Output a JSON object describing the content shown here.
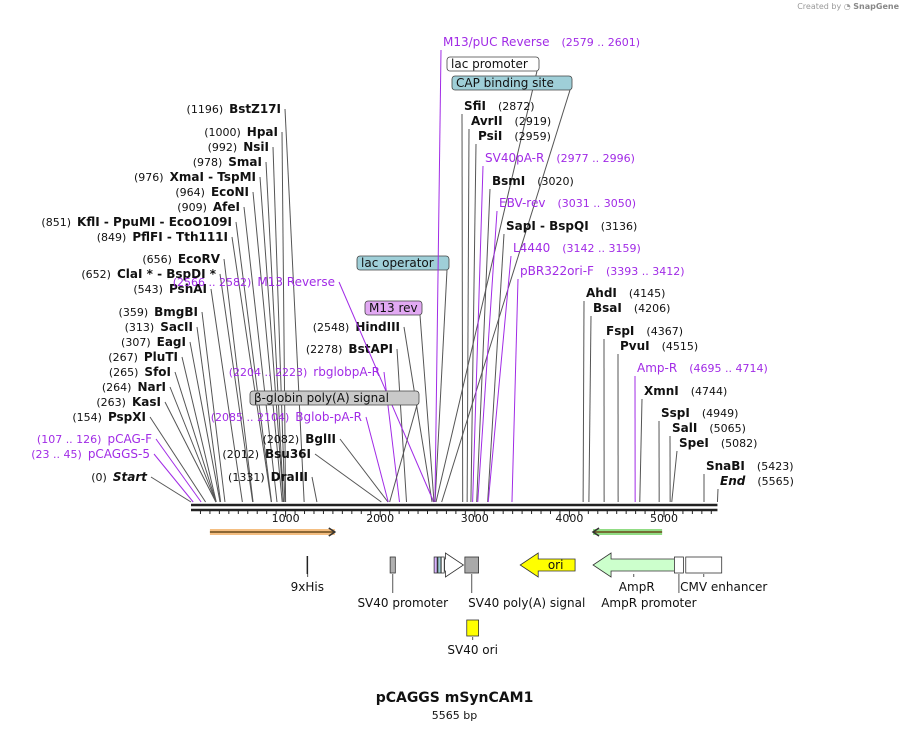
{
  "credit": {
    "prefix": "Created by",
    "brand": "SnapGene"
  },
  "map": {
    "title": "pCAGGS mSynCAM1",
    "length_label": "5565 bp",
    "length_bp": 5565,
    "ticks": [
      {
        "bp": 1000,
        "label": "1000"
      },
      {
        "bp": 2000,
        "label": "2000"
      },
      {
        "bp": 3000,
        "label": "3000"
      },
      {
        "bp": 4000,
        "label": "4000"
      },
      {
        "bp": 5000,
        "label": "5000"
      }
    ],
    "left_sites": [
      {
        "bp": 0,
        "parts": [
          {
            "t": "(0)",
            "k": "pos"
          },
          {
            "t": "Start",
            "k": "italic"
          }
        ]
      },
      {
        "bp": 23,
        "primer": true,
        "parts": [
          {
            "t": "(23 .. 45)",
            "k": "ppos"
          },
          {
            "t": "pCAGGS-5",
            "k": "pname"
          }
        ]
      },
      {
        "bp": 107,
        "primer": true,
        "parts": [
          {
            "t": "(107 .. 126)",
            "k": "ppos"
          },
          {
            "t": "pCAG-F",
            "k": "pname"
          }
        ]
      },
      {
        "bp": 154,
        "parts": [
          {
            "t": "(154)",
            "k": "pos"
          },
          {
            "t": "PspXI",
            "k": "name"
          }
        ]
      },
      {
        "bp": 263,
        "parts": [
          {
            "t": "(263)",
            "k": "pos"
          },
          {
            "t": "KasI",
            "k": "name"
          }
        ]
      },
      {
        "bp": 264,
        "parts": [
          {
            "t": "(264)",
            "k": "pos"
          },
          {
            "t": "NarI",
            "k": "name"
          }
        ]
      },
      {
        "bp": 265,
        "parts": [
          {
            "t": "(265)",
            "k": "pos"
          },
          {
            "t": "SfoI",
            "k": "name"
          }
        ]
      },
      {
        "bp": 267,
        "parts": [
          {
            "t": "(267)",
            "k": "pos"
          },
          {
            "t": "PluTI",
            "k": "name"
          }
        ]
      },
      {
        "bp": 307,
        "parts": [
          {
            "t": "(307)",
            "k": "pos"
          },
          {
            "t": "EagI",
            "k": "name"
          }
        ]
      },
      {
        "bp": 313,
        "parts": [
          {
            "t": "(313)",
            "k": "pos"
          },
          {
            "t": "SacII",
            "k": "name"
          }
        ]
      },
      {
        "bp": 359,
        "parts": [
          {
            "t": "(359)",
            "k": "pos"
          },
          {
            "t": "BmgBI",
            "k": "name"
          }
        ]
      },
      {
        "bp": 543,
        "parts": [
          {
            "t": "(543)",
            "k": "pos"
          },
          {
            "t": "PshAI",
            "k": "name"
          }
        ]
      },
      {
        "bp": 652,
        "parts": [
          {
            "t": "(652)",
            "k": "pos"
          },
          {
            "t": "ClaI *",
            "k": "name"
          },
          {
            "t": " - ",
            "k": "sep"
          },
          {
            "t": "BspDI *",
            "k": "name"
          }
        ]
      },
      {
        "bp": 656,
        "parts": [
          {
            "t": "(656)",
            "k": "pos"
          },
          {
            "t": "EcoRV",
            "k": "name"
          }
        ]
      },
      {
        "bp": 849,
        "parts": [
          {
            "t": "(849)",
            "k": "pos"
          },
          {
            "t": "PflFI",
            "k": "name"
          },
          {
            "t": " - ",
            "k": "sep"
          },
          {
            "t": "Tth111I",
            "k": "name"
          }
        ]
      },
      {
        "bp": 851,
        "parts": [
          {
            "t": "(851)",
            "k": "pos"
          },
          {
            "t": "KflI",
            "k": "name"
          },
          {
            "t": " - ",
            "k": "sep"
          },
          {
            "t": "PpuMI",
            "k": "name"
          },
          {
            "t": " - ",
            "k": "sep"
          },
          {
            "t": "EcoO109I",
            "k": "name"
          }
        ]
      },
      {
        "bp": 909,
        "parts": [
          {
            "t": "(909)",
            "k": "pos"
          },
          {
            "t": "AfeI",
            "k": "name"
          }
        ]
      },
      {
        "bp": 964,
        "parts": [
          {
            "t": "(964)",
            "k": "pos"
          },
          {
            "t": "EcoNI",
            "k": "name"
          }
        ]
      },
      {
        "bp": 976,
        "parts": [
          {
            "t": "(976)",
            "k": "pos"
          },
          {
            "t": "XmaI",
            "k": "name"
          },
          {
            "t": " - ",
            "k": "sep"
          },
          {
            "t": "TspMI",
            "k": "name"
          }
        ]
      },
      {
        "bp": 978,
        "parts": [
          {
            "t": "(978)",
            "k": "pos"
          },
          {
            "t": "SmaI",
            "k": "name"
          }
        ]
      },
      {
        "bp": 992,
        "parts": [
          {
            "t": "(992)",
            "k": "pos"
          },
          {
            "t": "NsiI",
            "k": "name"
          }
        ]
      },
      {
        "bp": 1000,
        "parts": [
          {
            "t": "(1000)",
            "k": "pos"
          },
          {
            "t": "HpaI",
            "k": "name"
          }
        ]
      },
      {
        "bp": 1196,
        "parts": [
          {
            "t": "(1196)",
            "k": "pos"
          },
          {
            "t": "BstZ17I",
            "k": "name"
          }
        ]
      },
      {
        "bp": 1331,
        "parts": [
          {
            "t": "(1331)",
            "k": "pos"
          },
          {
            "t": "DraIII",
            "k": "name"
          }
        ]
      },
      {
        "bp": 2012,
        "parts": [
          {
            "t": "(2012)",
            "k": "pos"
          },
          {
            "t": "Bsu36I",
            "k": "name"
          }
        ]
      },
      {
        "bp": 2082,
        "parts": [
          {
            "t": "(2082)",
            "k": "pos"
          },
          {
            "t": "BglII",
            "k": "name"
          }
        ]
      },
      {
        "bp": 2085,
        "primer": true,
        "parts": [
          {
            "t": "(2085 .. 2104)",
            "k": "ppos"
          },
          {
            "t": "Bglob-pA-R",
            "k": "pname"
          }
        ]
      },
      {
        "bp": 2204,
        "primer": true,
        "parts": [
          {
            "t": "(2204 .. 2223)",
            "k": "ppos"
          },
          {
            "t": "rbglobpA-R",
            "k": "pname"
          }
        ]
      },
      {
        "bp": 2278,
        "parts": [
          {
            "t": "(2278)",
            "k": "pos"
          },
          {
            "t": "BstAPI",
            "k": "name"
          }
        ]
      },
      {
        "bp": 2548,
        "parts": [
          {
            "t": "(2548)",
            "k": "pos"
          },
          {
            "t": "HindIII",
            "k": "name"
          }
        ]
      },
      {
        "bp": 2566,
        "primer": true,
        "parts": [
          {
            "t": "(2566 .. 2582)",
            "k": "ppos"
          },
          {
            "t": "M13 Reverse",
            "k": "pname"
          }
        ]
      }
    ],
    "boxed_features": [
      {
        "bp": 2100,
        "label": "β-globin poly(A) signal",
        "fill": "#c9c9c9"
      },
      {
        "bp": 2569,
        "label": "M13 rev",
        "fill": "#e2a9f3"
      },
      {
        "bp": 2580,
        "label": "lac operator",
        "fill": "#9fcfd8"
      },
      {
        "bp": 2590,
        "label": "lac promoter",
        "fill": "#ffffff"
      },
      {
        "bp": 2650,
        "label": "CAP binding site",
        "fill": "#9fcfd8"
      }
    ],
    "right_sites": [
      {
        "bp": 2579,
        "primer": true,
        "parts": [
          {
            "t": "M13/pUC Reverse",
            "k": "pname"
          },
          {
            "t": "(2579 .. 2601)",
            "k": "ppos"
          }
        ]
      },
      {
        "bp": 2872,
        "parts": [
          {
            "t": "SfiI",
            "k": "name"
          },
          {
            "t": "(2872)",
            "k": "pos"
          }
        ]
      },
      {
        "bp": 2919,
        "parts": [
          {
            "t": "AvrII",
            "k": "name"
          },
          {
            "t": "(2919)",
            "k": "pos"
          }
        ]
      },
      {
        "bp": 2959,
        "parts": [
          {
            "t": "PsiI",
            "k": "name"
          },
          {
            "t": "(2959)",
            "k": "pos"
          }
        ]
      },
      {
        "bp": 2977,
        "primer": true,
        "parts": [
          {
            "t": "SV40pA-R",
            "k": "pname"
          },
          {
            "t": "(2977 .. 2996)",
            "k": "ppos"
          }
        ]
      },
      {
        "bp": 3020,
        "parts": [
          {
            "t": "BsmI",
            "k": "name"
          },
          {
            "t": "(3020)",
            "k": "pos"
          }
        ]
      },
      {
        "bp": 3031,
        "primer": true,
        "parts": [
          {
            "t": "EBV-rev",
            "k": "pname"
          },
          {
            "t": "(3031 .. 3050)",
            "k": "ppos"
          }
        ]
      },
      {
        "bp": 3136,
        "parts": [
          {
            "t": "SapI",
            "k": "name"
          },
          {
            "t": " - ",
            "k": "sep"
          },
          {
            "t": "BspQI",
            "k": "name"
          },
          {
            "t": "(3136)",
            "k": "pos"
          }
        ]
      },
      {
        "bp": 3142,
        "primer": true,
        "parts": [
          {
            "t": "L4440",
            "k": "pname"
          },
          {
            "t": "(3142 .. 3159)",
            "k": "ppos"
          }
        ]
      },
      {
        "bp": 3393,
        "primer": true,
        "parts": [
          {
            "t": "pBR322ori-F",
            "k": "pname"
          },
          {
            "t": "(3393 .. 3412)",
            "k": "ppos"
          }
        ]
      },
      {
        "bp": 4145,
        "parts": [
          {
            "t": "AhdI",
            "k": "name"
          },
          {
            "t": "(4145)",
            "k": "pos"
          }
        ]
      },
      {
        "bp": 4206,
        "parts": [
          {
            "t": "BsaI",
            "k": "name"
          },
          {
            "t": "(4206)",
            "k": "pos"
          }
        ]
      },
      {
        "bp": 4367,
        "parts": [
          {
            "t": "FspI",
            "k": "name"
          },
          {
            "t": "(4367)",
            "k": "pos"
          }
        ]
      },
      {
        "bp": 4515,
        "parts": [
          {
            "t": "PvuI",
            "k": "name"
          },
          {
            "t": "(4515)",
            "k": "pos"
          }
        ]
      },
      {
        "bp": 4695,
        "primer": true,
        "parts": [
          {
            "t": "Amp-R",
            "k": "pname"
          },
          {
            "t": "(4695 .. 4714)",
            "k": "ppos"
          }
        ]
      },
      {
        "bp": 4744,
        "parts": [
          {
            "t": "XmnI",
            "k": "name"
          },
          {
            "t": "(4744)",
            "k": "pos"
          }
        ]
      },
      {
        "bp": 4949,
        "parts": [
          {
            "t": "SspI",
            "k": "name"
          },
          {
            "t": "(4949)",
            "k": "pos"
          }
        ]
      },
      {
        "bp": 5065,
        "parts": [
          {
            "t": "SalI",
            "k": "name"
          },
          {
            "t": "(5065)",
            "k": "pos"
          }
        ]
      },
      {
        "bp": 5082,
        "parts": [
          {
            "t": "SpeI",
            "k": "name"
          },
          {
            "t": "(5082)",
            "k": "pos"
          }
        ]
      },
      {
        "bp": 5423,
        "parts": [
          {
            "t": "SnaBI",
            "k": "name"
          },
          {
            "t": "(5423)",
            "k": "pos"
          }
        ]
      },
      {
        "bp": 5565,
        "parts": [
          {
            "t": "End",
            "k": "italic"
          },
          {
            "t": "(5565)",
            "k": "pos"
          }
        ]
      }
    ],
    "features": [
      {
        "shape": "arrow",
        "strand": 1,
        "bp_start": 200,
        "bp_end": 1520,
        "fill": "#f2b36b",
        "row": "line"
      },
      {
        "shape": "arrow",
        "strand": -1,
        "bp_start": 4250,
        "bp_end": 4980,
        "fill": "#7ed66f",
        "row": "line"
      },
      {
        "shape": "tick",
        "bp_start": 1230,
        "bp_end": 1236,
        "fill": "#ffffff",
        "row": 1,
        "label": "9xHis"
      },
      {
        "shape": "box",
        "bp_start": 2105,
        "bp_end": 2160,
        "fill": "#b0b0b0",
        "row": 1,
        "label": "SV40 promoter"
      },
      {
        "shape": "box",
        "bp_start": 2570,
        "bp_end": 2600,
        "fill": "#d9b3ff",
        "row": 1
      },
      {
        "shape": "box",
        "bp_start": 2610,
        "bp_end": 2640,
        "fill": "#9fcfd8",
        "row": 1
      },
      {
        "shape": "box",
        "bp_start": 2645,
        "bp_end": 2665,
        "fill": "#ffffff",
        "row": 1
      },
      {
        "shape": "arrow",
        "strand": 1,
        "bp_start": 2680,
        "bp_end": 2880,
        "fill": "#ffffff",
        "row": 1
      },
      {
        "shape": "box",
        "bp_start": 2895,
        "bp_end": 3040,
        "fill": "#a9a9a9",
        "row": 1,
        "label": "SV40 poly(A) signal"
      },
      {
        "shape": "arrow",
        "strand": -1,
        "bp_start": 3480,
        "bp_end": 4060,
        "fill": "#ffff00",
        "row": 1,
        "label": "ori",
        "inner": true
      },
      {
        "shape": "arrow",
        "strand": -1,
        "bp_start": 4250,
        "bp_end": 5110,
        "fill": "#ccffcc",
        "row": 1,
        "label": "AmpR"
      },
      {
        "shape": "box",
        "bp_start": 5110,
        "bp_end": 5205,
        "fill": "#ffffff",
        "row": 1,
        "label": "AmpR promoter"
      },
      {
        "shape": "box",
        "bp_start": 5230,
        "bp_end": 5610,
        "fill": "#ffffff",
        "row": 1,
        "label": "CMV enhancer"
      },
      {
        "shape": "box",
        "bp_start": 2915,
        "bp_end": 3040,
        "fill": "#ffff00",
        "row": 2,
        "label": "SV40 ori"
      }
    ]
  }
}
